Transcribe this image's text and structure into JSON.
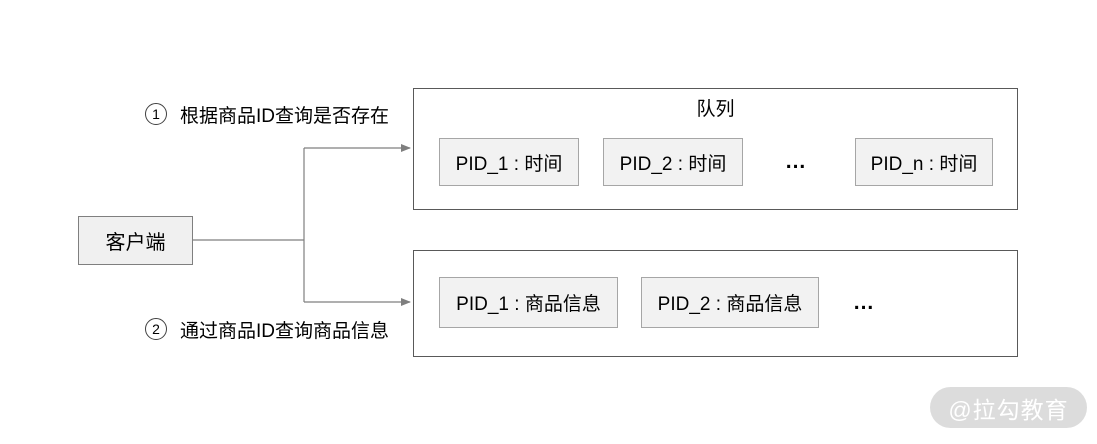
{
  "annotations": [
    {
      "number": "1",
      "text": "根据商品ID查询是否存在"
    },
    {
      "number": "2",
      "text": "通过商品ID查询商品信息"
    }
  ],
  "client_box": {
    "label": "客户端"
  },
  "queue_box": {
    "title": "队列",
    "items": [
      "PID_1 : 时间",
      "PID_2 : 时间",
      "...",
      "PID_n : 时间"
    ]
  },
  "info_box": {
    "items": [
      "PID_1 : 商品信息",
      "PID_2 : 商品信息",
      "..."
    ]
  },
  "watermark": {
    "text": "@拉勾教育"
  },
  "colors": {
    "outer_border": "#595959",
    "item_border": "#a6a6a6",
    "item_fill": "#f2f2f2",
    "client_border": "#7f7f7f",
    "client_fill": "#f0f0f0",
    "connector": "#7f7f7f",
    "watermark_bg": "#d6d6d6",
    "watermark_text": "#ffffff"
  }
}
